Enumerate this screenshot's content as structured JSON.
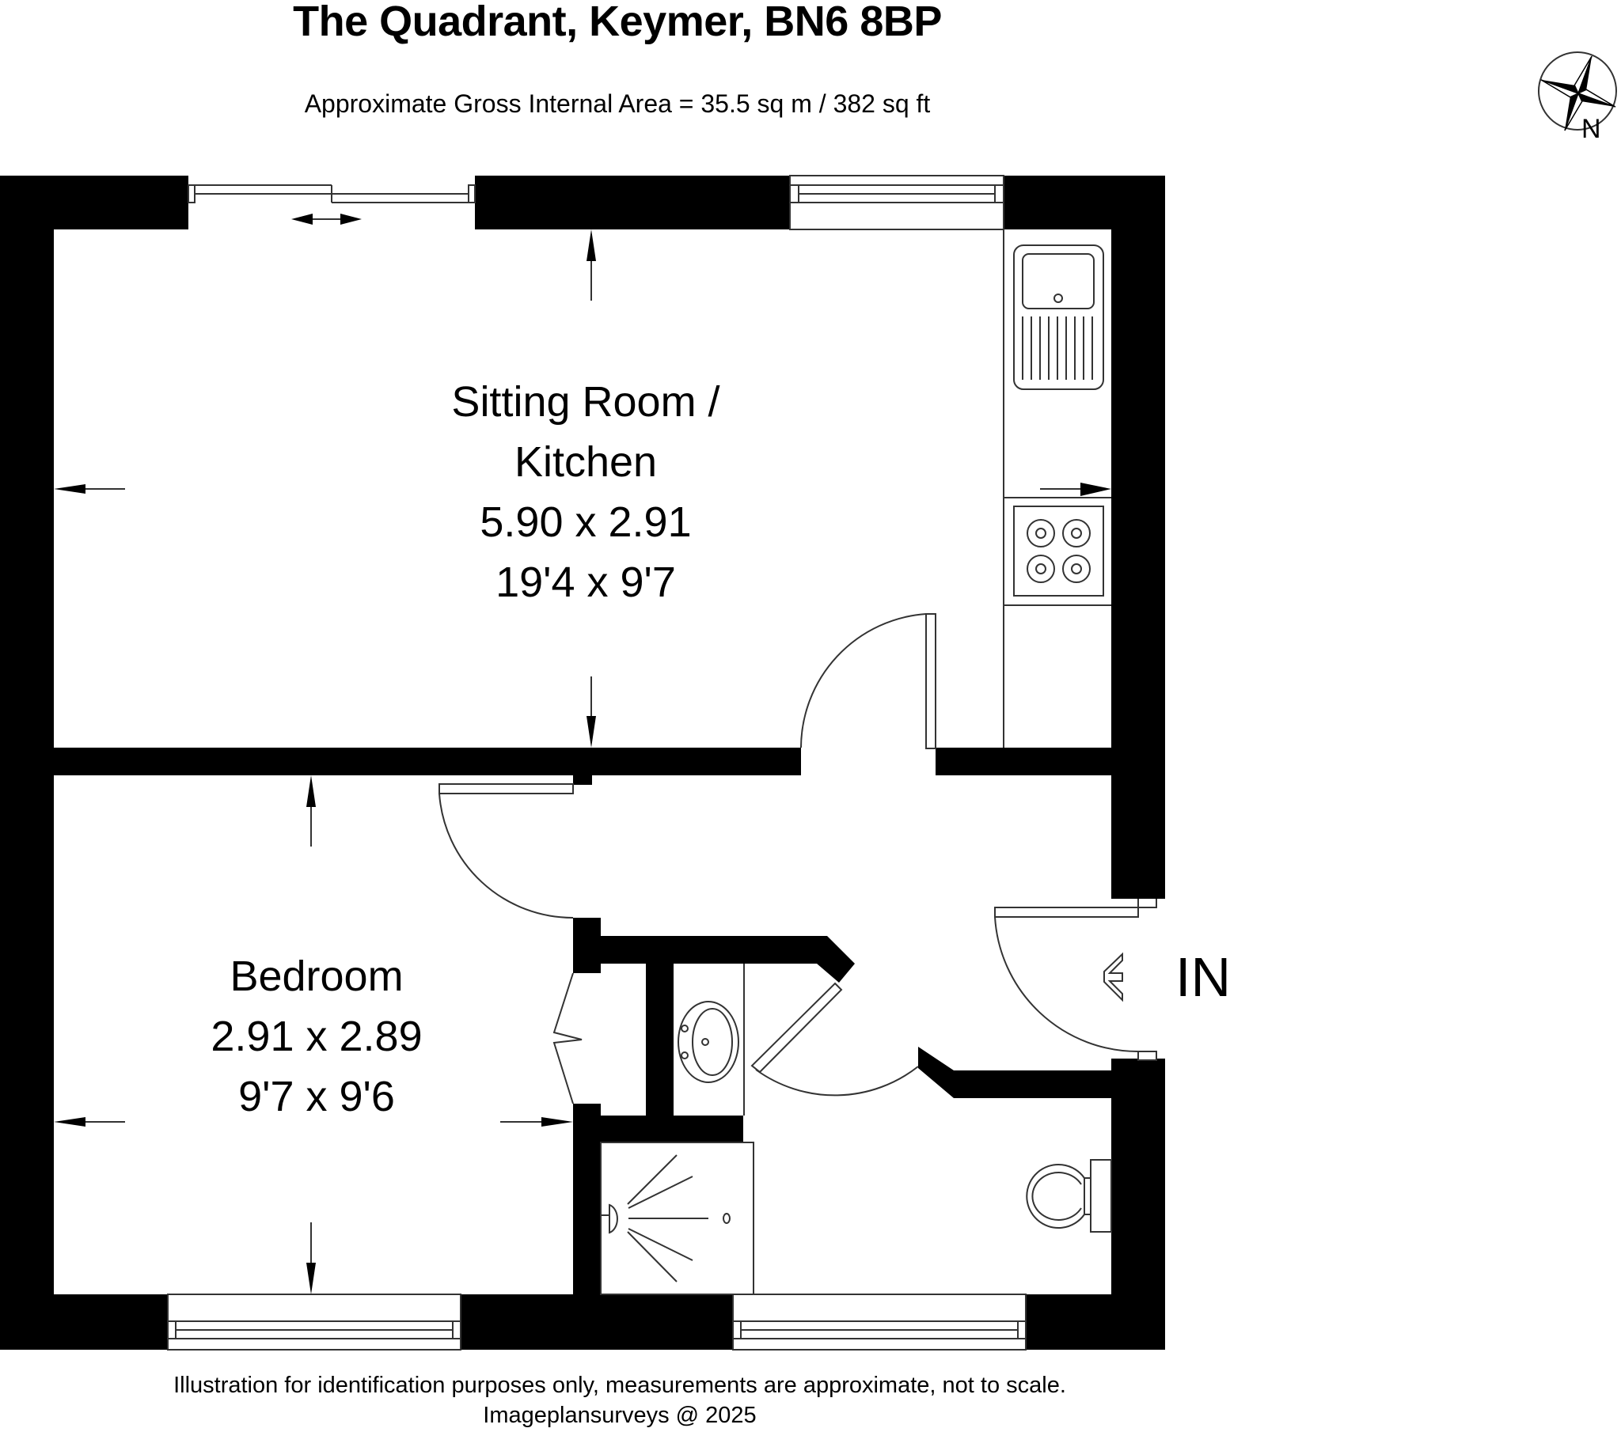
{
  "header": {
    "title": "The Quadrant, Keymer, BN6 8BP",
    "subtitle": "Approximate Gross Internal Area = 35.5 sq m / 382 sq ft"
  },
  "compass": {
    "icon": "compass-rose-icon",
    "label": "N"
  },
  "rooms": [
    {
      "name_line1": "Sitting Room /",
      "name_line2": "Kitchen",
      "metric": "5.90 x 2.91",
      "imperial": "19'4 x 9'7"
    },
    {
      "name_line1": "Bedroom",
      "metric": "2.91 x 2.89",
      "imperial": "9'7 x 9'6"
    }
  ],
  "fixtures": [
    "kitchen-sink",
    "hob",
    "wash-basin",
    "shower",
    "toilet",
    "wardrobe"
  ],
  "entrance": {
    "label": "IN",
    "icon": "entrance-arrow-icon"
  },
  "footer": {
    "disclaimer": "Illustration for identification purposes only, measurements are approximate, not to scale.",
    "credit": "Imageplansurveys @ 2025"
  },
  "colors": {
    "wall": "#000000",
    "line": "#333333",
    "background": "#ffffff"
  }
}
